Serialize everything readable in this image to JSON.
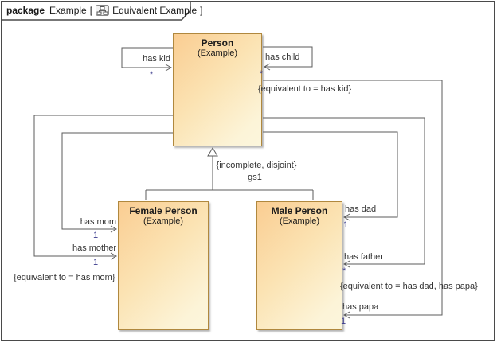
{
  "header": {
    "keyword": "package",
    "name": "Example",
    "open_bracket": "[",
    "diagram_name": "Equivalent Example",
    "close_bracket": "]",
    "icon": "class-diagram-icon"
  },
  "colors": {
    "box_fill_top": "#FACD92",
    "box_fill_bottom": "#FCF6DC",
    "box_border": "#B0883E",
    "connector_line": "#5B5B5B",
    "multiplicity_text": "#3A3A8C",
    "label_text": "#323232",
    "frame_border": "#4A4A4A"
  },
  "classes": [
    {
      "name": "Person",
      "stereotype": "(Example)"
    },
    {
      "name": "Female Person",
      "stereotype": "(Example)"
    },
    {
      "name": "Male Person",
      "stereotype": "(Example)"
    }
  ],
  "generalization": {
    "constraint": "{incomplete, disjoint}",
    "label": "gs1"
  },
  "associations": [
    {
      "name": "has kid",
      "from": "Person",
      "to": "Person",
      "target_multiplicity": "*"
    },
    {
      "name": "has child",
      "from": "Person",
      "to": "Person",
      "target_multiplicity": "*",
      "constraint": "{equivalent to = has kid}"
    },
    {
      "name": "has mom",
      "from": "Person",
      "to": "Female Person",
      "target_multiplicity": "1"
    },
    {
      "name": "has mother",
      "from": "Person",
      "to": "Female Person",
      "target_multiplicity": "1",
      "constraint": "{equivalent to = has mom}"
    },
    {
      "name": "has dad",
      "from": "Person",
      "to": "Male Person",
      "target_multiplicity": "1"
    },
    {
      "name": "has father",
      "from": "Person",
      "to": "Male Person",
      "target_multiplicity": "*",
      "constraint": "{equivalent to = has dad, has papa}"
    },
    {
      "name": "has papa",
      "from": "Person",
      "to": "Male Person",
      "target_multiplicity": "1"
    }
  ]
}
